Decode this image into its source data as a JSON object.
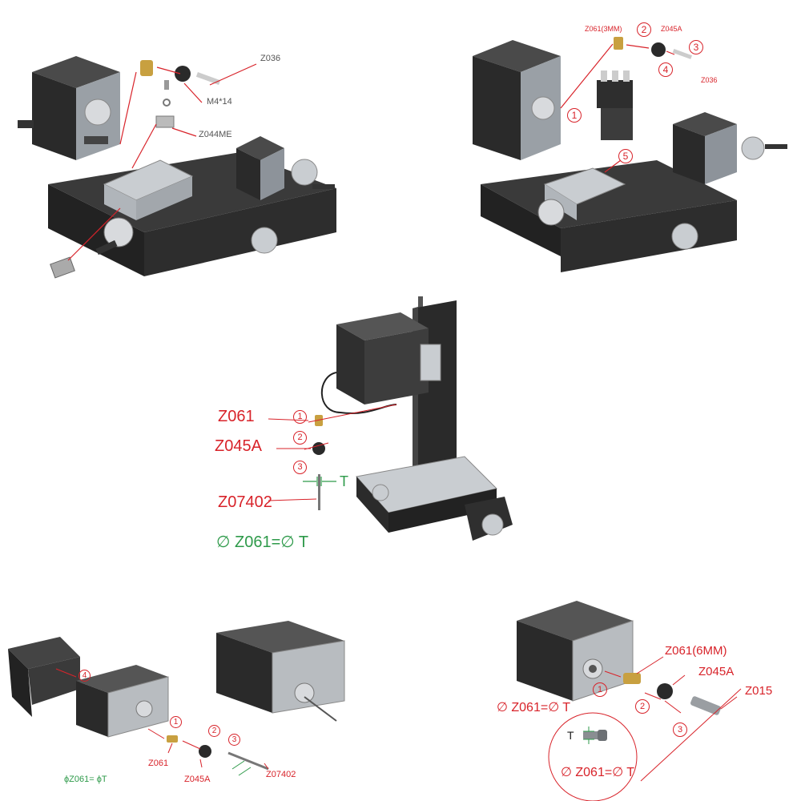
{
  "panel_lathe_left": {
    "part_collet": "Z036",
    "part_screw": "M4*14",
    "part_block": "Z044ME"
  },
  "panel_lathe_right": {
    "part_collet": "Z061(3MM)",
    "part_nut": "Z045A",
    "part_pin": "Z036",
    "steps": [
      "1",
      "2",
      "3",
      "4",
      "5"
    ]
  },
  "panel_drill": {
    "part_collet": "Z061",
    "part_nut": "Z045A",
    "part_bit": "Z07402",
    "dimension_label": "T",
    "formula": "∅ Z061=∅ T",
    "steps": [
      "1",
      "2",
      "3"
    ]
  },
  "panel_motor_left": {
    "part_collet": "Z061",
    "part_nut": "Z045A",
    "part_bit": "Z07402",
    "formula": "ϕZ061= ϕT",
    "steps": [
      "1",
      "2",
      "3",
      "4"
    ]
  },
  "panel_motor_right": {
    "part_collet": "Z061(6MM)",
    "part_nut": "Z045A",
    "part_screw": "Z015",
    "dimension_label": "T",
    "formula_main": "∅ Z061=∅ T",
    "formula_detail": "∅ Z061=∅ T",
    "steps": [
      "1",
      "2",
      "3"
    ]
  },
  "colors": {
    "callout": "#d8232a",
    "dimension": "#2e9a4a",
    "machine_body": "#2b2b2b",
    "aluminum": "#c9cdd1"
  }
}
